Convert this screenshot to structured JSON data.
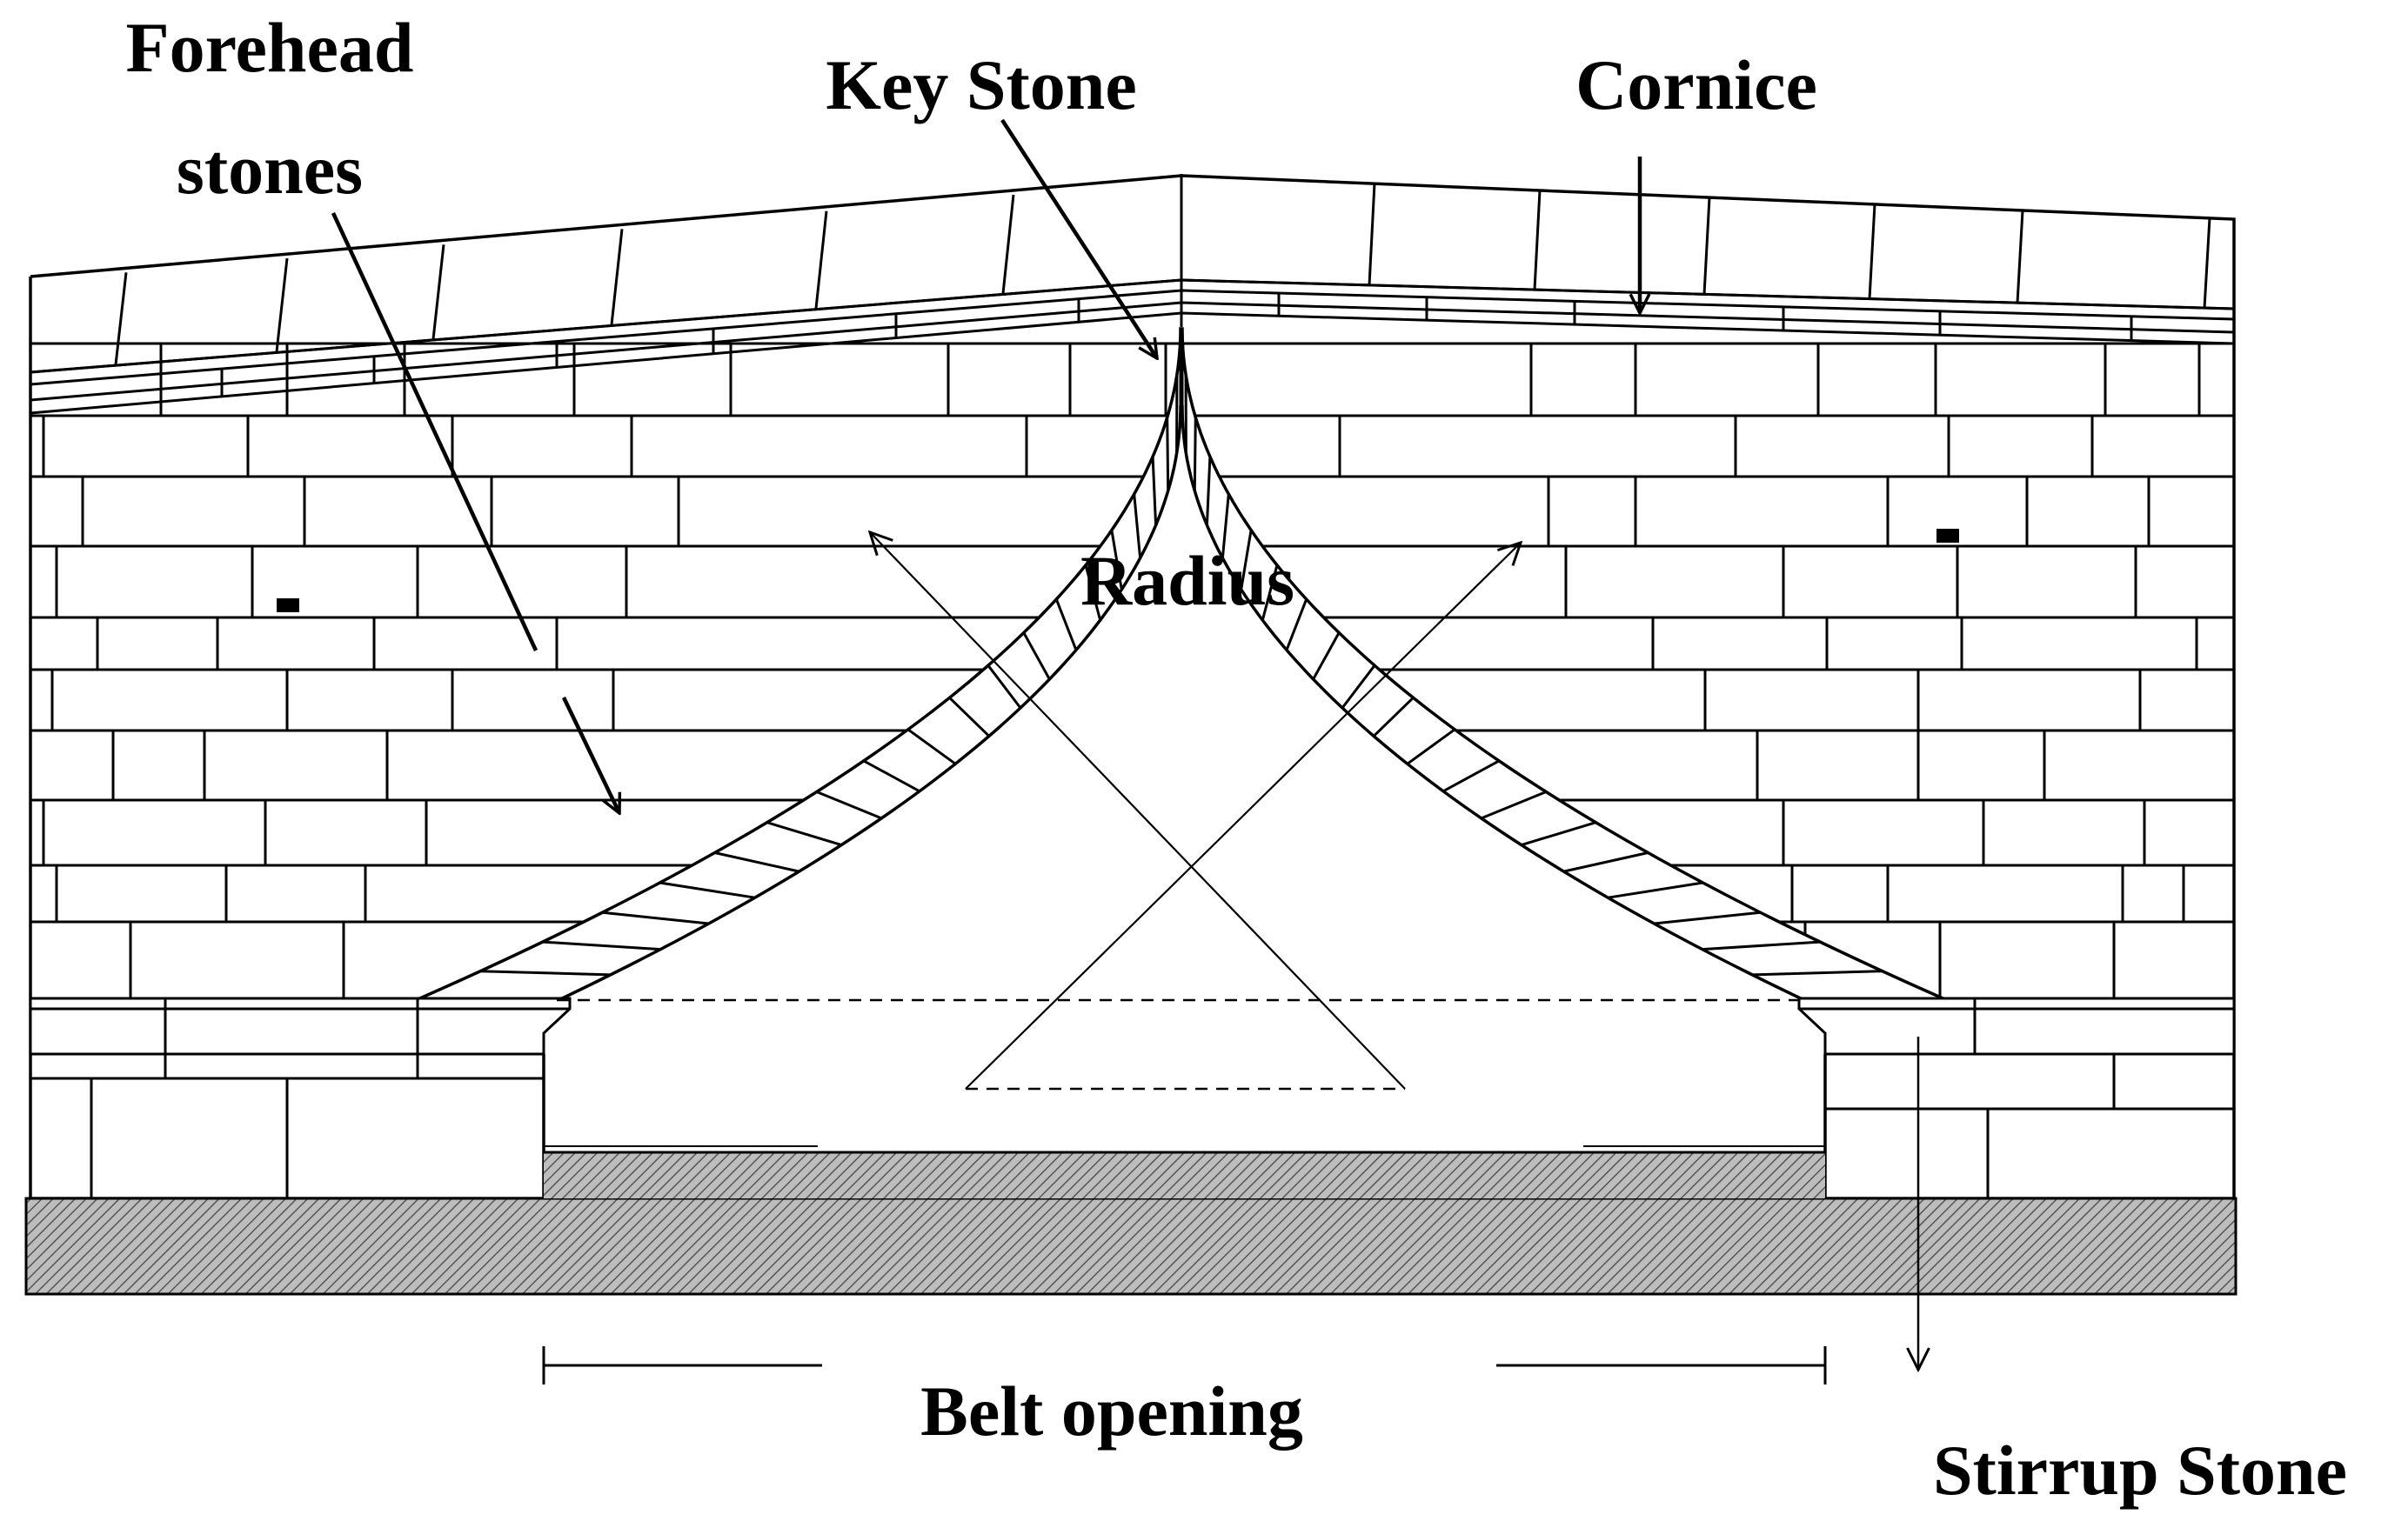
{
  "labels": {
    "forehead_stones_line1": "Forehead",
    "forehead_stones_line2": "stones",
    "key_stone": "Key Stone",
    "cornice": "Cornice",
    "radius": "Radius",
    "belt_opening": "Belt opening",
    "stirrup_stone": "Stirrup Stone"
  },
  "colors": {
    "line": "#000000",
    "background": "#ffffff",
    "ground_hatch": "#6e6e6e"
  }
}
